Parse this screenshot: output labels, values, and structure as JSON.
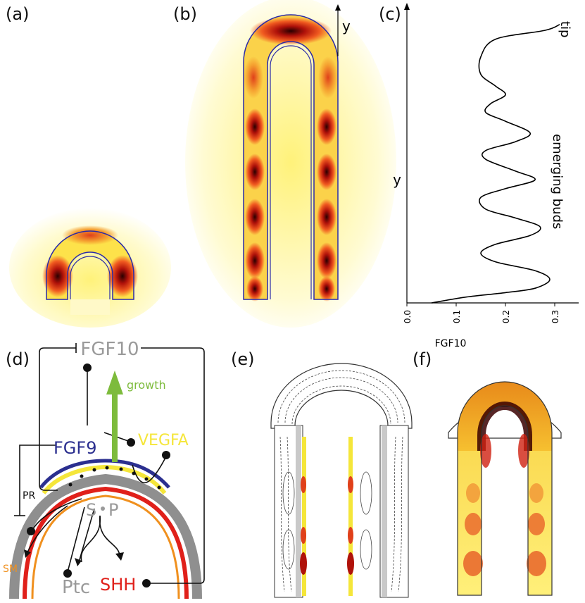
{
  "panel_labels": {
    "a": "(a)",
    "b": "(b)",
    "c": "(c)",
    "d": "(d)",
    "e": "(e)",
    "f": "(f)"
  },
  "panel_b": {
    "axis_label": "y"
  },
  "chart_data": {
    "type": "line",
    "title": "",
    "xlabel": "FGF10",
    "ylabel": "y",
    "xlim": [
      0,
      0.35
    ],
    "x_ticks": [
      "0.0",
      "0.1",
      "0.2",
      "0.3"
    ],
    "orientation": "vertical-profile",
    "annotations": [
      "tip",
      "emerging buds"
    ],
    "series": [
      {
        "points": [
          [
            0.05,
            0.0
          ],
          [
            0.12,
            0.02
          ],
          [
            0.2,
            0.035
          ],
          [
            0.26,
            0.05
          ],
          [
            0.29,
            0.08
          ],
          [
            0.26,
            0.11
          ],
          [
            0.18,
            0.14
          ],
          [
            0.15,
            0.17
          ],
          [
            0.18,
            0.2
          ],
          [
            0.25,
            0.23
          ],
          [
            0.27,
            0.26
          ],
          [
            0.22,
            0.29
          ],
          [
            0.16,
            0.32
          ],
          [
            0.15,
            0.36
          ],
          [
            0.2,
            0.39
          ],
          [
            0.26,
            0.42
          ],
          [
            0.22,
            0.45
          ],
          [
            0.16,
            0.49
          ],
          [
            0.16,
            0.52
          ],
          [
            0.22,
            0.55
          ],
          [
            0.25,
            0.58
          ],
          [
            0.2,
            0.62
          ],
          [
            0.16,
            0.65
          ],
          [
            0.17,
            0.68
          ],
          [
            0.2,
            0.71
          ],
          [
            0.18,
            0.74
          ],
          [
            0.15,
            0.78
          ],
          [
            0.15,
            0.84
          ],
          [
            0.18,
            0.9
          ],
          [
            0.28,
            0.93
          ],
          [
            0.31,
            0.95
          ]
        ]
      }
    ]
  },
  "panel_d": {
    "fgf10": "FGF10",
    "growth": "growth",
    "fgf9": "FGF9",
    "vegfa": "VEGFA",
    "s": "S",
    "p": "P",
    "pr": "PR",
    "sm": "SM",
    "ptc": "Ptc",
    "shh": "SHH",
    "colors": {
      "fgf10": "#9a9a9a",
      "growth": "#7dbb3c",
      "fgf9": "#2b2f8f",
      "vegfa": "#f5e63a",
      "sm": "#f0901e",
      "ptc": "#9a9a9a",
      "shh": "#e0201a"
    }
  }
}
